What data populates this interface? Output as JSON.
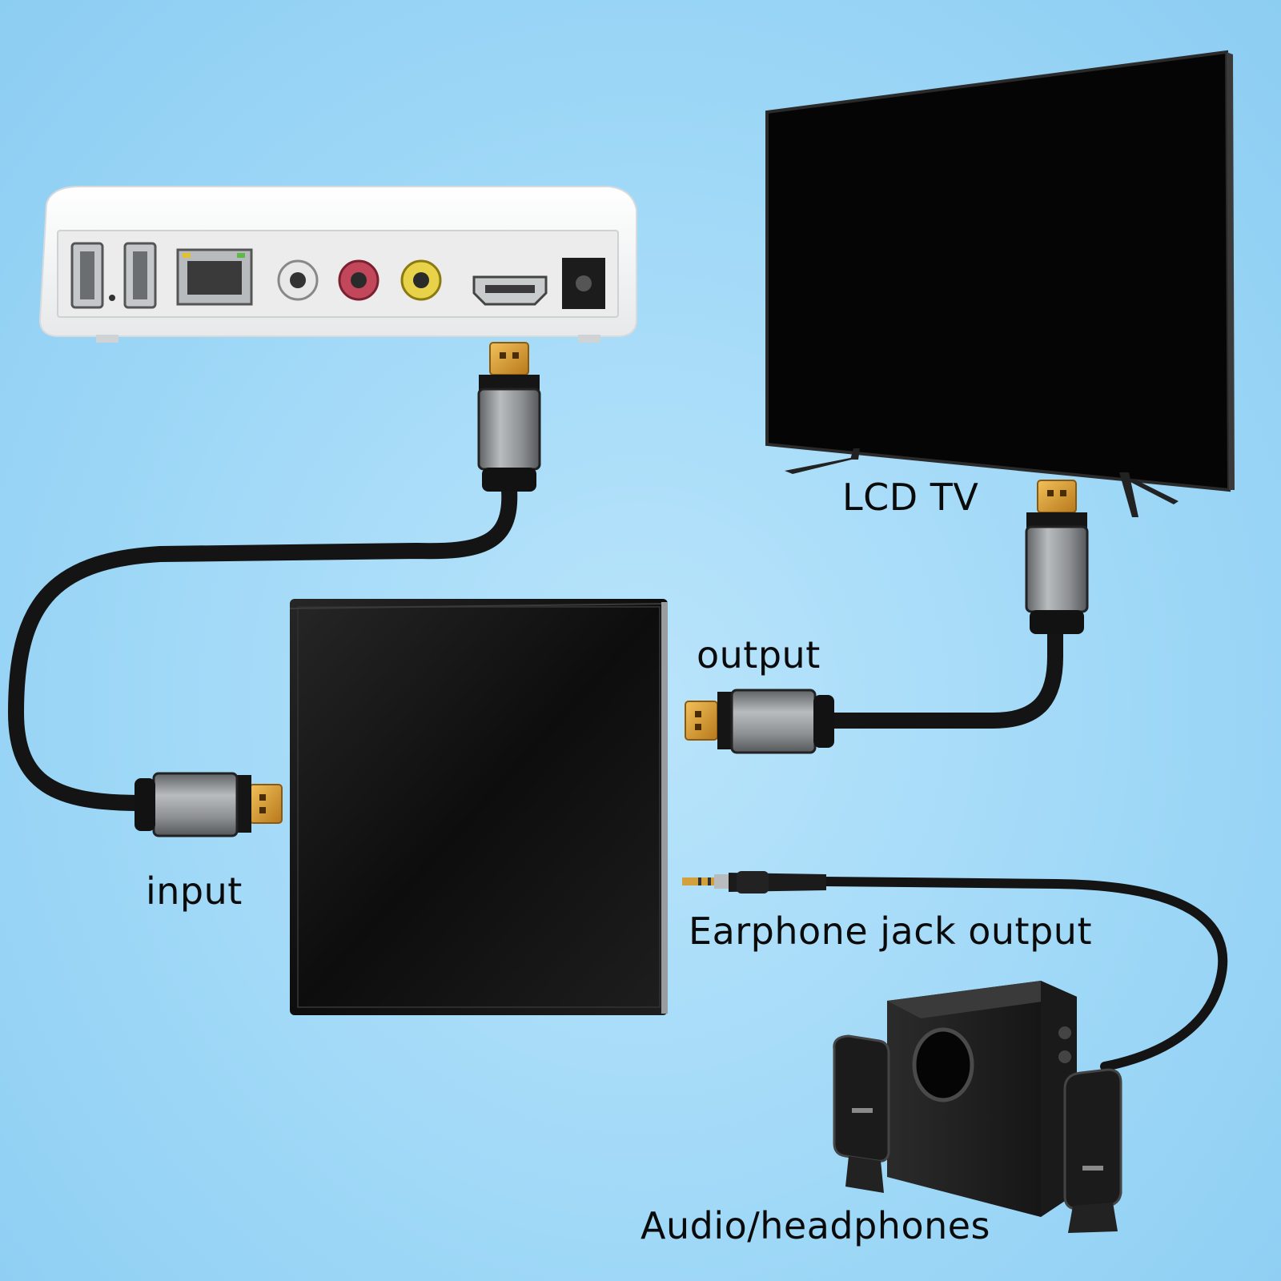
{
  "labels": {
    "lcd_tv": "LCD TV",
    "output": "output",
    "input": "input",
    "earphone_jack_output": "Earphone jack output",
    "audio_headphones": "Audio/headphones"
  },
  "colors": {
    "background": "#9fd8f7",
    "cable": "#1a1a1a",
    "connector_gold": "#d99a2b",
    "connector_sleeve": "#8a8d90",
    "device_black": "#121212",
    "settop_white": "#f3f4f4"
  }
}
